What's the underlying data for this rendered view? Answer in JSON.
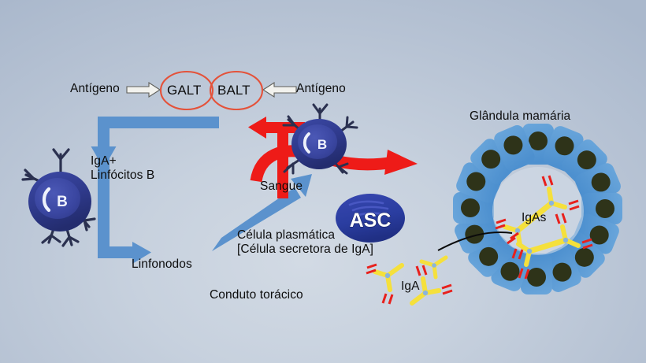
{
  "diagram": {
    "title_context": "Entero-mammary / broncho-mammary IgA pathway",
    "background": {
      "color_outer": "#aab8cc",
      "color_inner": "#d2dae4"
    },
    "palette": {
      "blue_arrow": "#5b92cd",
      "red_arrow": "#ee1b18",
      "ellipse_stroke": "#e4523a",
      "bcell_dark": "#2f3a8c",
      "bcell_mid": "#3d4aa3",
      "asc_blue": "#2a3da0",
      "gland_cell": "#5b9bd5",
      "gland_nucleus": "#2e3319",
      "iga_yellow": "#f5e03c",
      "iga_red": "#e8201c",
      "text": "#0d0d0d"
    },
    "labels": {
      "antigen_left": "Antígeno",
      "antigen_right": "Antígeno",
      "galt": "GALT",
      "balt": "BALT",
      "iga_lymphocytes": "IgA+\nLinfócitos B",
      "lymph_nodes": "Linfonodos",
      "blood": "Sangue",
      "thoracic_duct": "Conduto torácico",
      "plasma_cell": "Célula plasmática\n[Célula secretora de IgA]",
      "asc": "ASC",
      "bcell_left": "B",
      "bcell_right": "B",
      "iga": "IgA",
      "igas": "IgAs",
      "mammary_gland": "Glândula mamária"
    },
    "icons": {
      "hollow_arrow_right": "hollow-arrow-right-icon",
      "hollow_arrow_left": "hollow-arrow-left-icon",
      "bcell": "b-lymphocyte-icon",
      "plasma_cell": "plasma-cell-icon",
      "antibody": "iga-antibody-icon",
      "gland": "mammary-gland-ring-icon"
    },
    "gland": {
      "cell_count": 16,
      "inner_antibodies": 2
    }
  }
}
